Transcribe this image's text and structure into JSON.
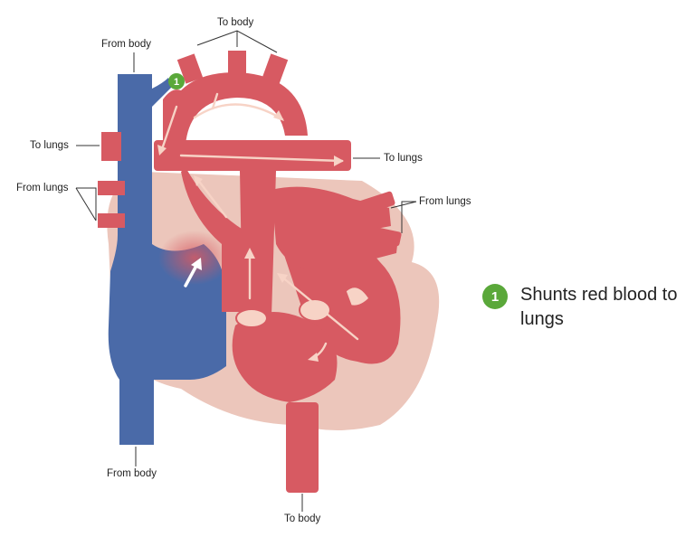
{
  "labels": {
    "to_body_top": "To body",
    "from_body_top": "From body",
    "to_lungs_left": "To lungs",
    "from_lungs_left": "From lungs",
    "to_lungs_right": "To lungs",
    "from_lungs_right": "From lungs",
    "from_body_bottom": "From body",
    "to_body_bottom": "To body"
  },
  "legend": {
    "marker": "1",
    "text": "Shunts red blood to lungs"
  },
  "colors": {
    "oxygenated": "#d75a62",
    "deoxygenated": "#4a6aa8",
    "heart_outer": "#ecc6bb",
    "arrow": "#f7d3c6",
    "badge": "#5aa83a"
  }
}
